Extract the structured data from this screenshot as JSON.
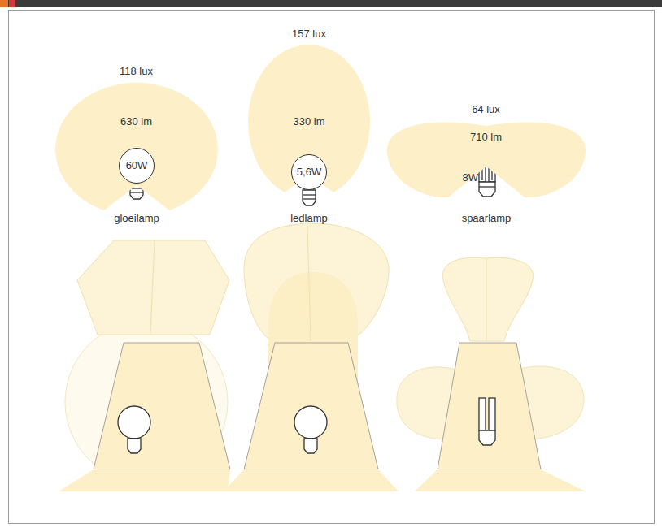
{
  "diagram": {
    "nodes": [
      {
        "text": [
          "118 lux",
          "630 lm"
        ]
      },
      {
        "text": [
          "60W"
        ],
        "in": 0
      },
      {
        "text": [
          "157 lux",
          "330 lm"
        ]
      },
      {
        "text": [
          "5,6W"
        ],
        "in": 2
      },
      {
        "text": [
          "64 lux",
          "710 lm"
        ]
      }
    ],
    "labels": [
      "gloeilamp",
      "ledlamp",
      "8W",
      "spaarlamp"
    ]
  }
}
